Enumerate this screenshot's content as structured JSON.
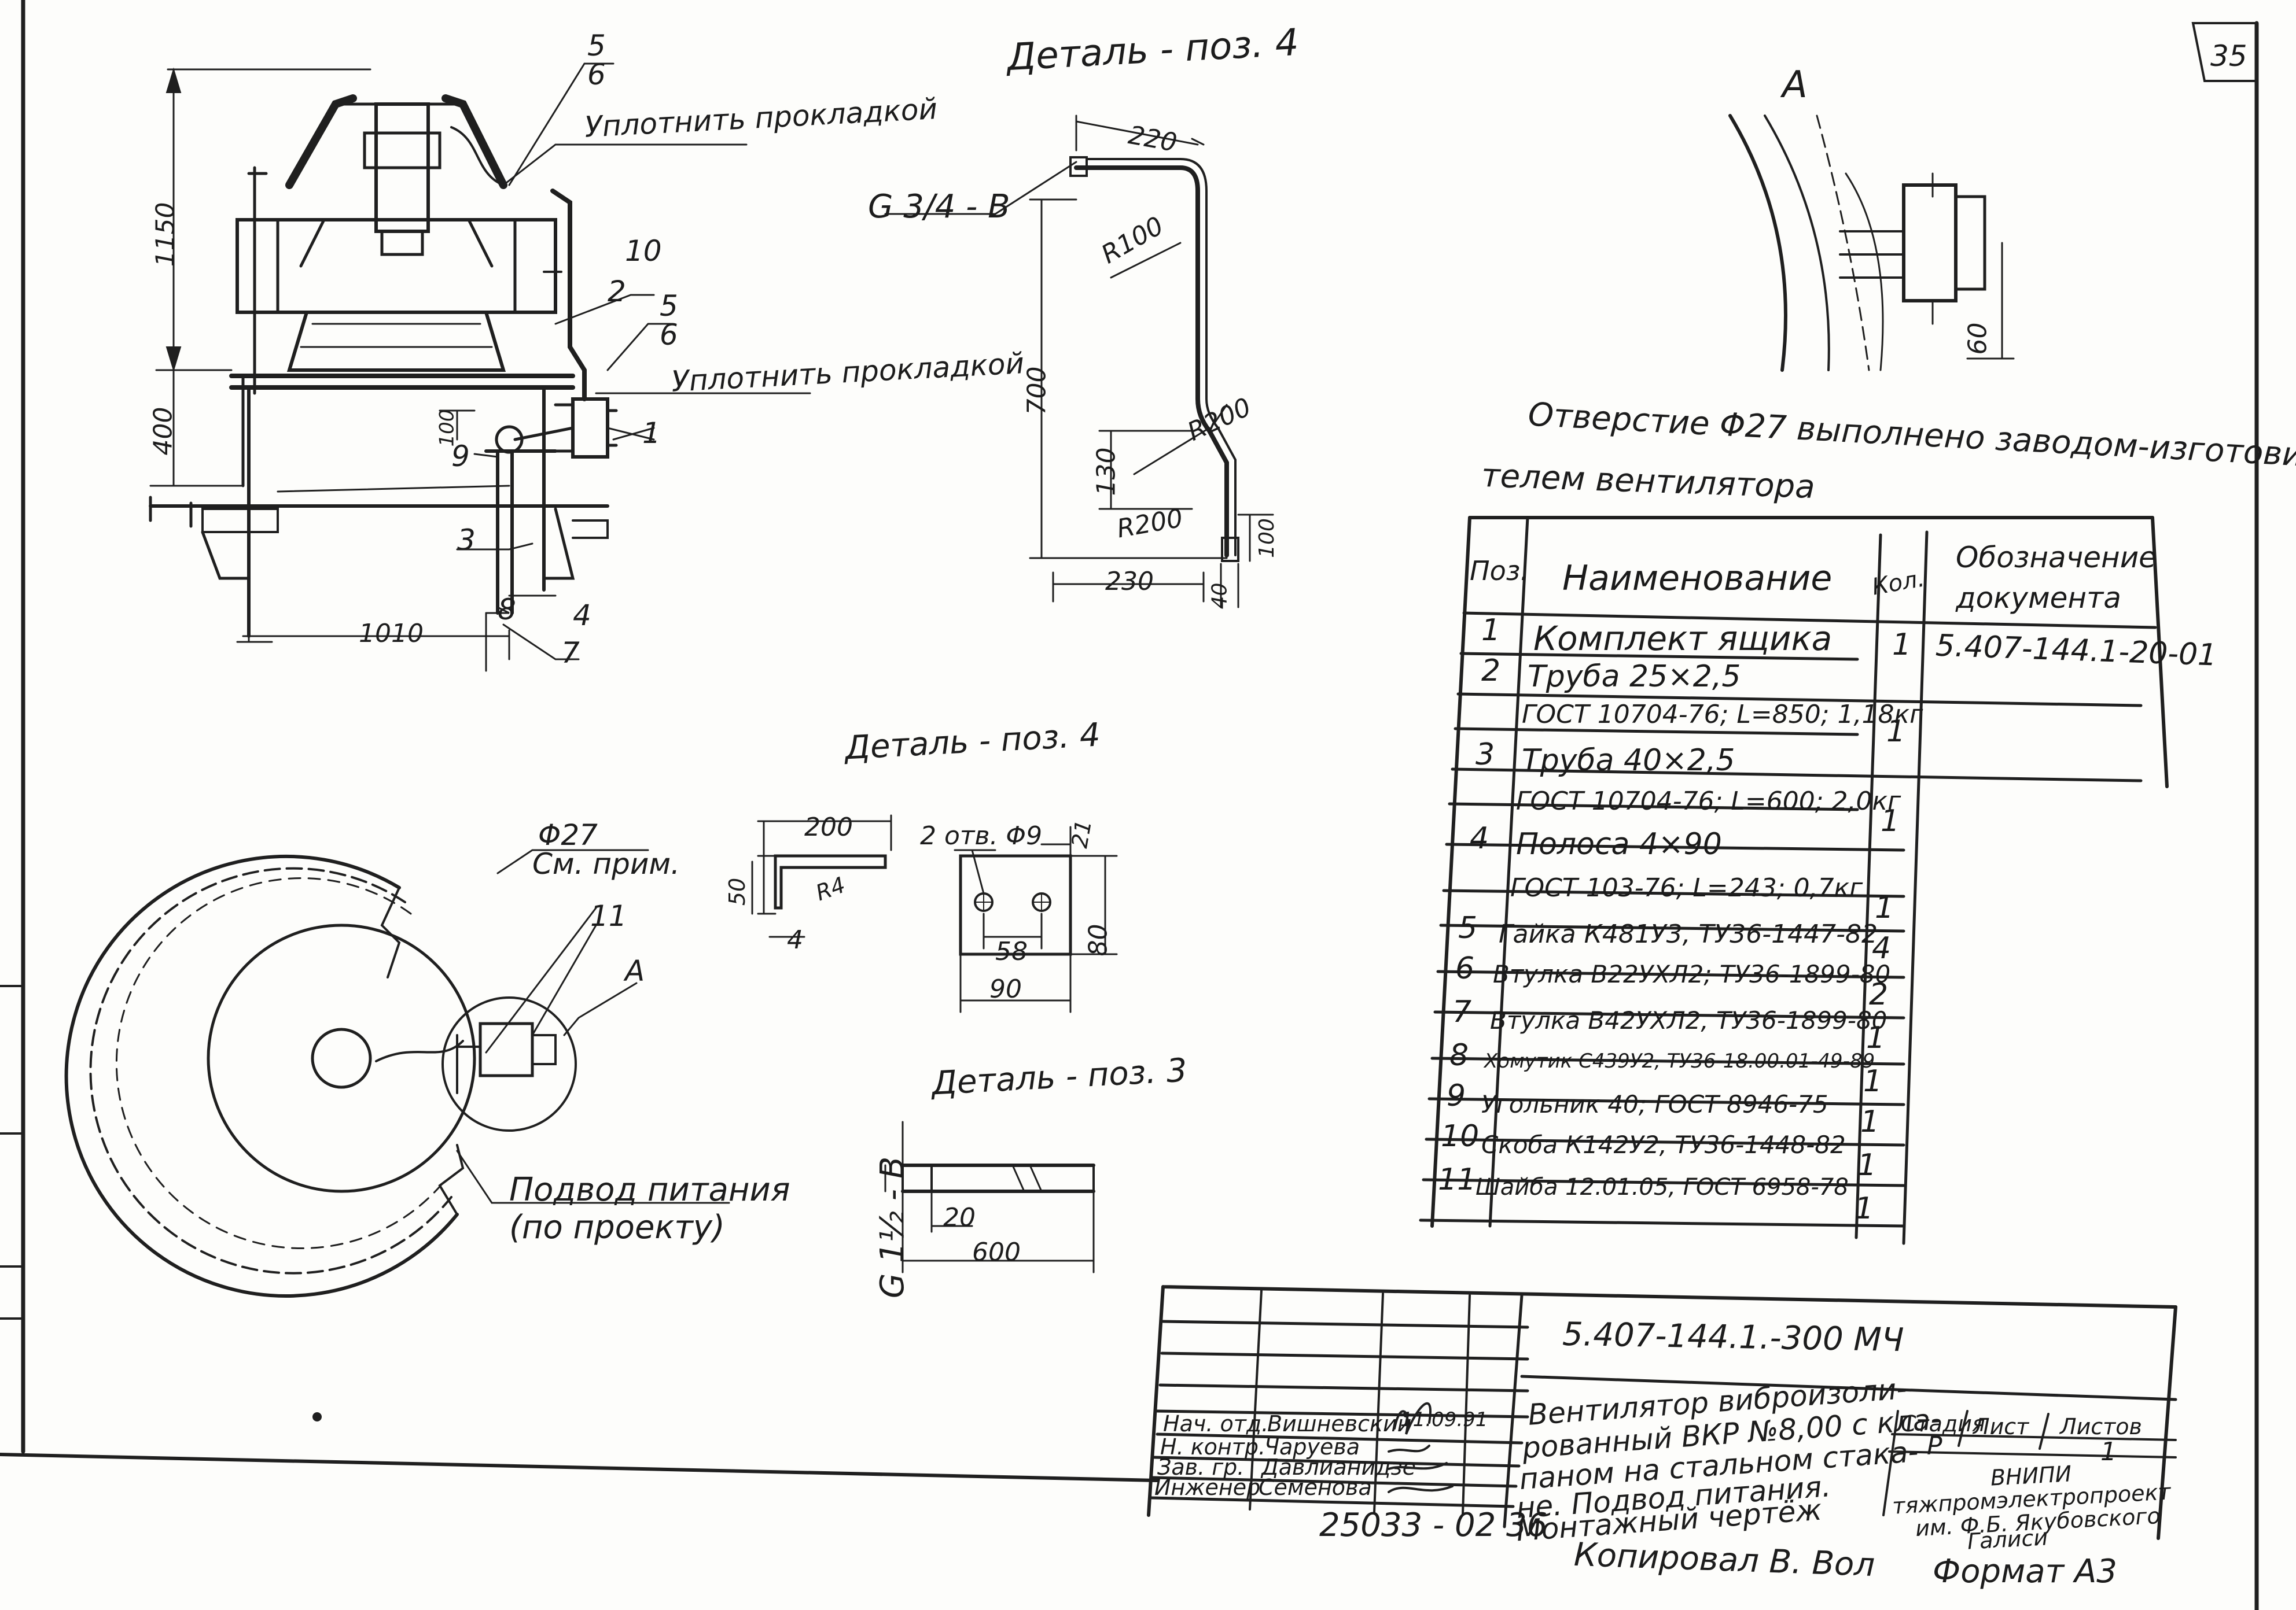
{
  "sheet_number": "35",
  "detail_titles": {
    "top": "Деталь - поз. 4",
    "middle": "Деталь - поз. 4",
    "pos3": "Деталь - поз. 3"
  },
  "view_a_label": "A",
  "main_view": {
    "callouts": [
      "5",
      "6",
      "10",
      "2",
      "5",
      "6",
      "1",
      "9",
      "3",
      "8",
      "4",
      "7"
    ],
    "seal_note_1": "Уплотнить прокладкой",
    "seal_note_2": "Уплотнить прокладкой",
    "dims": {
      "height": "1150",
      "h400": "400",
      "h100": "100",
      "width": "1010"
    }
  },
  "detail4_bent": {
    "thread": "G 3/4 - B",
    "dims": [
      "220",
      "R100",
      "700",
      "R200",
      "130",
      "R200",
      "230",
      "40",
      "100"
    ]
  },
  "detail4_bracket": {
    "holes": "2 отв. Φ9",
    "dims": [
      "200",
      "50",
      "R4",
      "4",
      "21",
      "58",
      "90",
      "80"
    ]
  },
  "detail3_pipe": {
    "thread": "G 1½ - B",
    "dims": [
      "20",
      "600"
    ]
  },
  "plan_view": {
    "hole": "Φ27",
    "hole_note": "См. прим.",
    "callout_11": "11",
    "callout_a": "A",
    "power_note_1": "Подвод питания",
    "power_note_2": "(по проекту)"
  },
  "view_a": {
    "dim": "60"
  },
  "note": {
    "line1": "Отверстие Φ27 выполнено заводом-изготови-",
    "line2": "телем вентилятора"
  },
  "parts_table": {
    "headers": {
      "pos": "Поз.",
      "name": "Наименование",
      "qty": "Кол.",
      "doc_1": "Обозначение",
      "doc_2": "документа"
    },
    "rows": [
      {
        "pos": "1",
        "name": "Комплект ящика",
        "qty": "1",
        "doc": "5.407-144.1-20-01"
      },
      {
        "pos": "2",
        "name": "Труба 25×2,5",
        "qty": "",
        "doc": ""
      },
      {
        "pos": "",
        "name": "ГОСТ 10704-76; L=850; 1,18кг",
        "qty": "1",
        "doc": ""
      },
      {
        "pos": "3",
        "name": "Труба 40×2,5",
        "qty": "",
        "doc": ""
      },
      {
        "pos": "",
        "name": "ГОСТ 10704-76; L=600; 2,0кг",
        "qty": "1",
        "doc": ""
      },
      {
        "pos": "4",
        "name": "Полоса 4×90",
        "qty": "",
        "doc": ""
      },
      {
        "pos": "",
        "name": "ГОСТ 103-76; L=243; 0,7кг",
        "qty": "1",
        "doc": ""
      },
      {
        "pos": "5",
        "name": "Гайка К481У3, ТУ36-1447-82",
        "qty": "4",
        "doc": ""
      },
      {
        "pos": "6",
        "name": "Втулка В22УХЛ2; ТУ36-1899-80",
        "qty": "2",
        "doc": ""
      },
      {
        "pos": "7",
        "name": "Втулка В42УХЛ2, ТУ36-1899-80",
        "qty": "1",
        "doc": ""
      },
      {
        "pos": "8",
        "name": "Хомутик С439У2, ТУ36-18.00.01-49-89",
        "qty": "1",
        "doc": ""
      },
      {
        "pos": "9",
        "name": "Угольник 40; ГОСТ 8946-75",
        "qty": "1",
        "doc": ""
      },
      {
        "pos": "10",
        "name": "Скоба К142У2, ТУ36-1448-82",
        "qty": "1",
        "doc": ""
      },
      {
        "pos": "11",
        "name": "Шайба 12.01.05, ГОСТ 6958-78",
        "qty": "1",
        "doc": ""
      }
    ]
  },
  "title_block": {
    "code": "5.407-144.1.-300 МЧ",
    "title_lines": [
      "Вентилятор виброизоли-",
      "рованный ВКР №8,00 с кла-",
      "паном на стальном стака-",
      "не. Подвод питания.",
      "Монтажный чертёж"
    ],
    "stage_label": "Стадия",
    "sheet_label": "Лист",
    "sheets_label": "Листов",
    "stage_value": "Р",
    "sheets_value": "1",
    "org_lines": [
      "ВНИПИ",
      "тяжпромэлектропроект",
      "им. Ф.Б. Якубовского",
      "Галиси"
    ],
    "signers": [
      {
        "role": "Нач. отд.",
        "name": "Вишневский"
      },
      {
        "role": "Н. контр.",
        "name": "Чаруева"
      },
      {
        "role": "Зав. гр.",
        "name": "Давлианидзе"
      },
      {
        "role": "Инженер",
        "name": "Семенова"
      }
    ],
    "date": "11.09.91"
  },
  "footer": {
    "archive": "25033 - 02   36",
    "copied": "Копировал  В. Вол",
    "format": "Формат А3"
  }
}
